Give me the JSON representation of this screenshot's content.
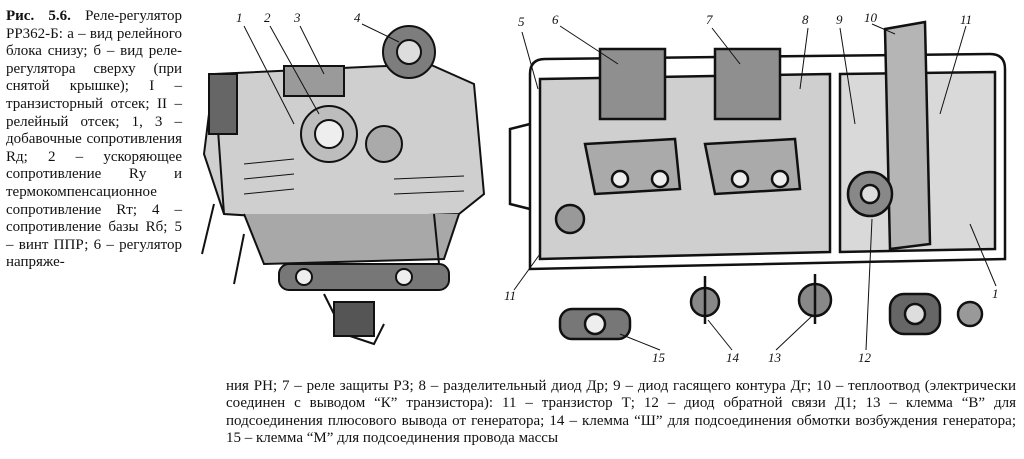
{
  "caption": {
    "title": "Рис. 5.6.",
    "side_text": "Реле-регулятор РР362-Б: а – вид релейного блока снизу; б – вид реле-регулятора сверху (при снятой крышке); I – транзисторный отсек; II – релейный отсек; 1, 3 – добавочные сопротивления Rд; 2 – ускоряющее сопротивление Rу и термокомпенсационное сопротивление Rт; 4 – сопротивление базы Rб; 5 – винт ППР; 6 – регулятор напряже-",
    "bottom_text": "ния РН; 7 – реле защиты РЗ; 8 – разделительный диод Др; 9 – диод гасящего контура Дг; 10 – теплоотвод (электрически соединен с выводом “К” транзистора): 11 – транзистор Т; 12 – диод обратной связи Д1; 13 – клемма “В” для подсоединения плюсового вывода от генератора; 14 – клемма “Ш” для подсоединения обмотки возбуждения генератора; 15 – клемма “М” для подсоединения провода массы"
  },
  "figure_a": {
    "callouts": [
      "1",
      "2",
      "3",
      "4"
    ]
  },
  "figure_b": {
    "callouts": [
      "5",
      "6",
      "7",
      "8",
      "9",
      "10",
      "11",
      "11",
      "1",
      "12",
      "13",
      "14",
      "15"
    ]
  }
}
